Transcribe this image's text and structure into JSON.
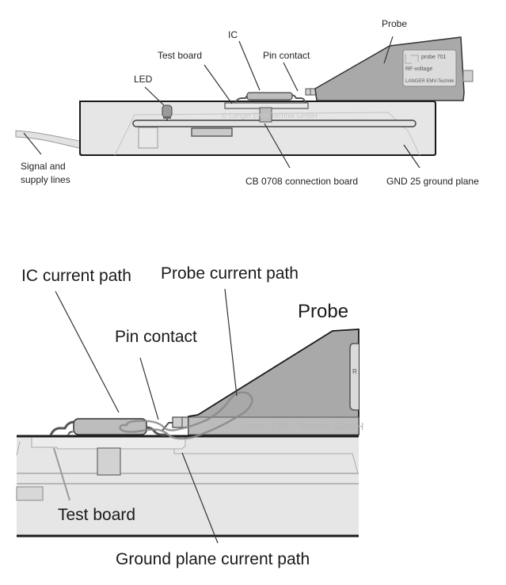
{
  "figure_top": {
    "labels": {
      "ic": "IC",
      "probe": "Probe",
      "test_board": "Test board",
      "pin_contact": "Pin contact",
      "led": "LED",
      "signal_lines_1": "Signal and",
      "signal_lines_2": "supply lines",
      "connection_board": "CB 0708 connection board",
      "ground_plane": "GND 25 ground plane"
    },
    "probe_plate": {
      "model": "probe 701",
      "type": "RF-voltage",
      "maker": "LANGER EMV-Technik"
    },
    "watermark": "© Langer EMV-Technik GmbH"
  },
  "figure_bottom": {
    "labels": {
      "ic_current_path": "IC current path",
      "probe_current_path": "Probe current path",
      "probe": "Probe",
      "pin_contact": "Pin contact",
      "test_board": "Test board",
      "ground_plane_current_path": "Ground plane current path"
    },
    "watermark": "© Langer EMV-Technik GmbH"
  },
  "colors": {
    "body_fill": "#e6e6e6",
    "probe_fill": "#a9a9a9",
    "ic_fill": "#bdbdbd",
    "outline": "#1a1a1a",
    "current_path": "#8a8a8a"
  }
}
